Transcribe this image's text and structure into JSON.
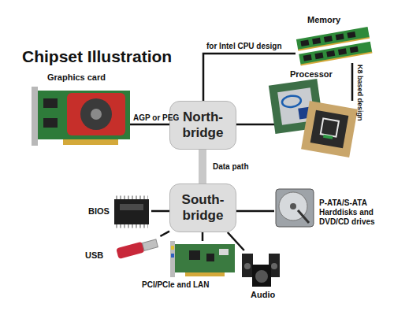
{
  "diagram": {
    "title": "Chipset Illustration",
    "nodes": [
      {
        "text": [
          "Memory"
        ]
      },
      {
        "text": [
          "Graphics card"
        ]
      },
      {
        "text": [
          "Processor"
        ]
      },
      {
        "text": [
          "North-bridge"
        ]
      },
      {
        "text": [
          "South-bridge"
        ]
      },
      {
        "text": [
          "BIOS"
        ]
      },
      {
        "text": [
          "P-ATA/S-ATA Harddisks and DVD/CD drives"
        ]
      },
      {
        "text": [
          "USB"
        ]
      },
      {
        "text": [
          "PCI/PCIe and LAN"
        ]
      },
      {
        "text": [
          "Audio"
        ]
      }
    ],
    "edges": [
      {
        "from": 3,
        "to": 0,
        "label": "for Intel CPU design",
        "arrow": "none"
      },
      {
        "from": 3,
        "to": 1,
        "label": "AGP or PEG",
        "arrow": "none"
      },
      {
        "from": 3,
        "to": 2,
        "arrow": "none"
      },
      {
        "from": 0,
        "to": 2,
        "label": "K8 based design",
        "arrow": "none"
      },
      {
        "from": 3,
        "to": 4,
        "label": "Data path",
        "arrow": "none"
      },
      {
        "from": 4,
        "to": 5,
        "arrow": "none"
      },
      {
        "from": 4,
        "to": 6,
        "arrow": "none"
      },
      {
        "from": 4,
        "to": 7,
        "arrow": "none"
      },
      {
        "from": 4,
        "to": 8,
        "arrow": "none"
      },
      {
        "from": 4,
        "to": 9,
        "arrow": "none"
      }
    ]
  }
}
